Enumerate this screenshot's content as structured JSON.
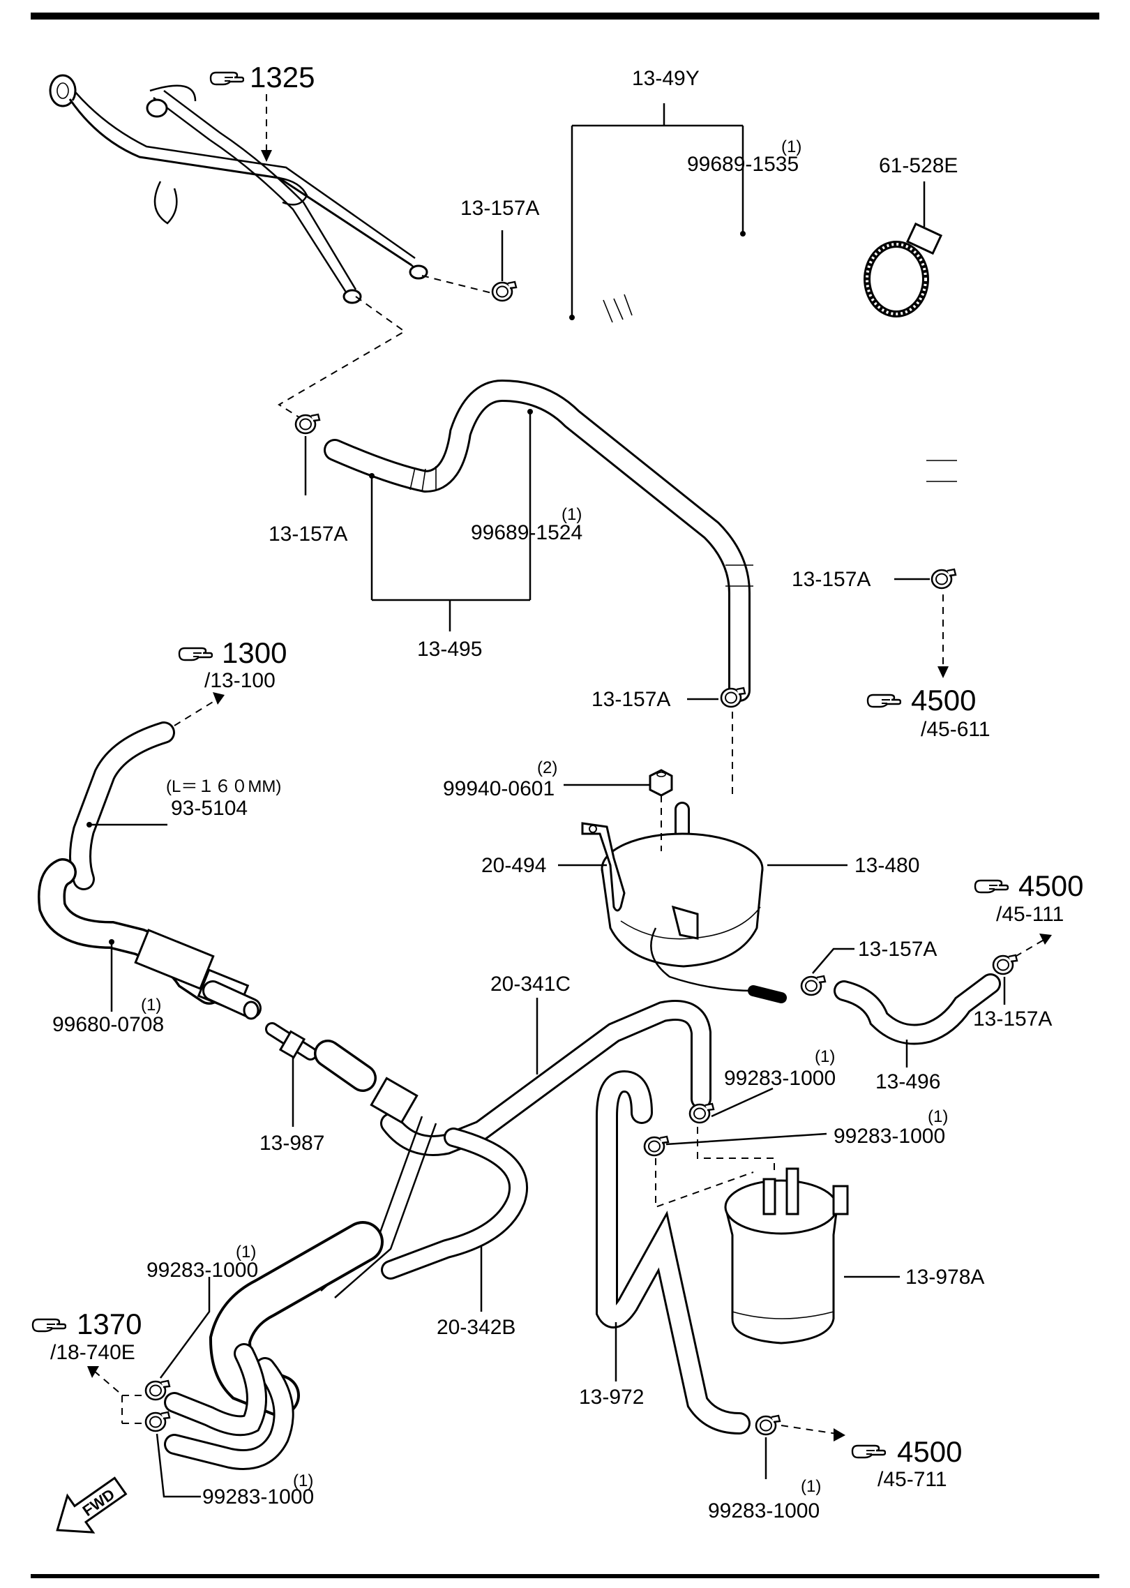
{
  "refs": {
    "r1325": {
      "num": "1325",
      "sub": ""
    },
    "r1300": {
      "num": "1300",
      "sub": "/13-100"
    },
    "r4500a": {
      "num": "4500",
      "sub": "/45-611"
    },
    "r4500b": {
      "num": "4500",
      "sub": "/45-111"
    },
    "r1370": {
      "num": "1370",
      "sub": "/18-740E"
    },
    "r4500c": {
      "num": "4500",
      "sub": "/45-711"
    }
  },
  "labels": {
    "p13_49Y": "13-49Y",
    "p99689_1535": "99689-1535",
    "q99689_1535": "(1)",
    "p61_528E": "61-528E",
    "p13_157A_top": "13-157A",
    "p13_157A_left": "13-157A",
    "p99689_1524": "99689-1524",
    "q99689_1524": "(1)",
    "p13_495": "13-495",
    "p13_157A_right": "13-157A",
    "p13_157A_mid": "13-157A",
    "note_len": "(L＝１６０MM)",
    "p93_5104": "93-5104",
    "p99940_0601": "99940-0601",
    "q99940_0601": "(2)",
    "p20_494": "20-494",
    "p13_480": "13-480",
    "p13_157A_a": "13-157A",
    "p13_157A_b": "13-157A",
    "p13_496": "13-496",
    "p99680_0708": "99680-0708",
    "q99680_0708": "(1)",
    "p20_341C": "20-341C",
    "p13_987": "13-987",
    "p99283_1000_a": "99283-1000",
    "q99283_1000_a": "(1)",
    "p99283_1000_b": "99283-1000",
    "q99283_1000_b": "(1)",
    "p13_978A": "13-978A",
    "p99283_1000_c": "99283-1000",
    "q99283_1000_c": "(1)",
    "p20_342B": "20-342B",
    "p13_972": "13-972",
    "p99283_1000_d": "99283-1000",
    "q99283_1000_d": "(1)",
    "p99283_1000_e": "99283-1000",
    "q99283_1000_e": "(1)",
    "fwd": "FWD"
  }
}
